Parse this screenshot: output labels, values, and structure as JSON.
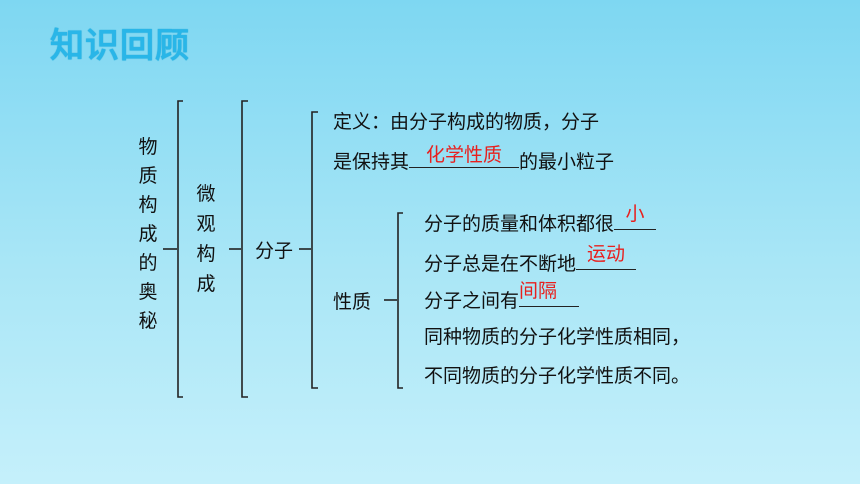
{
  "title": "知识回顾",
  "col1": [
    "物",
    "质",
    "构",
    "成",
    "的",
    "奥",
    "秘"
  ],
  "col2": [
    "微",
    "观",
    "构",
    "成"
  ],
  "molecule": "分子",
  "definition": {
    "line1": "定义：由分子构成的物质，分子",
    "line2_prefix": "是保持其",
    "line2_answer": "化学性质",
    "line2_suffix": "的最小粒子"
  },
  "properties": {
    "label": "性质",
    "item1_prefix": "分子的质量和体积都很",
    "item1_answer": "小",
    "item2_prefix": "分子总是在不断地",
    "item2_answer": "运动",
    "item3_prefix": "分子之间有",
    "item3_answer": "间隔",
    "item4": "同种物质的分子化学性质相同，",
    "item5": "不同物质的分子化学性质不同。"
  }
}
